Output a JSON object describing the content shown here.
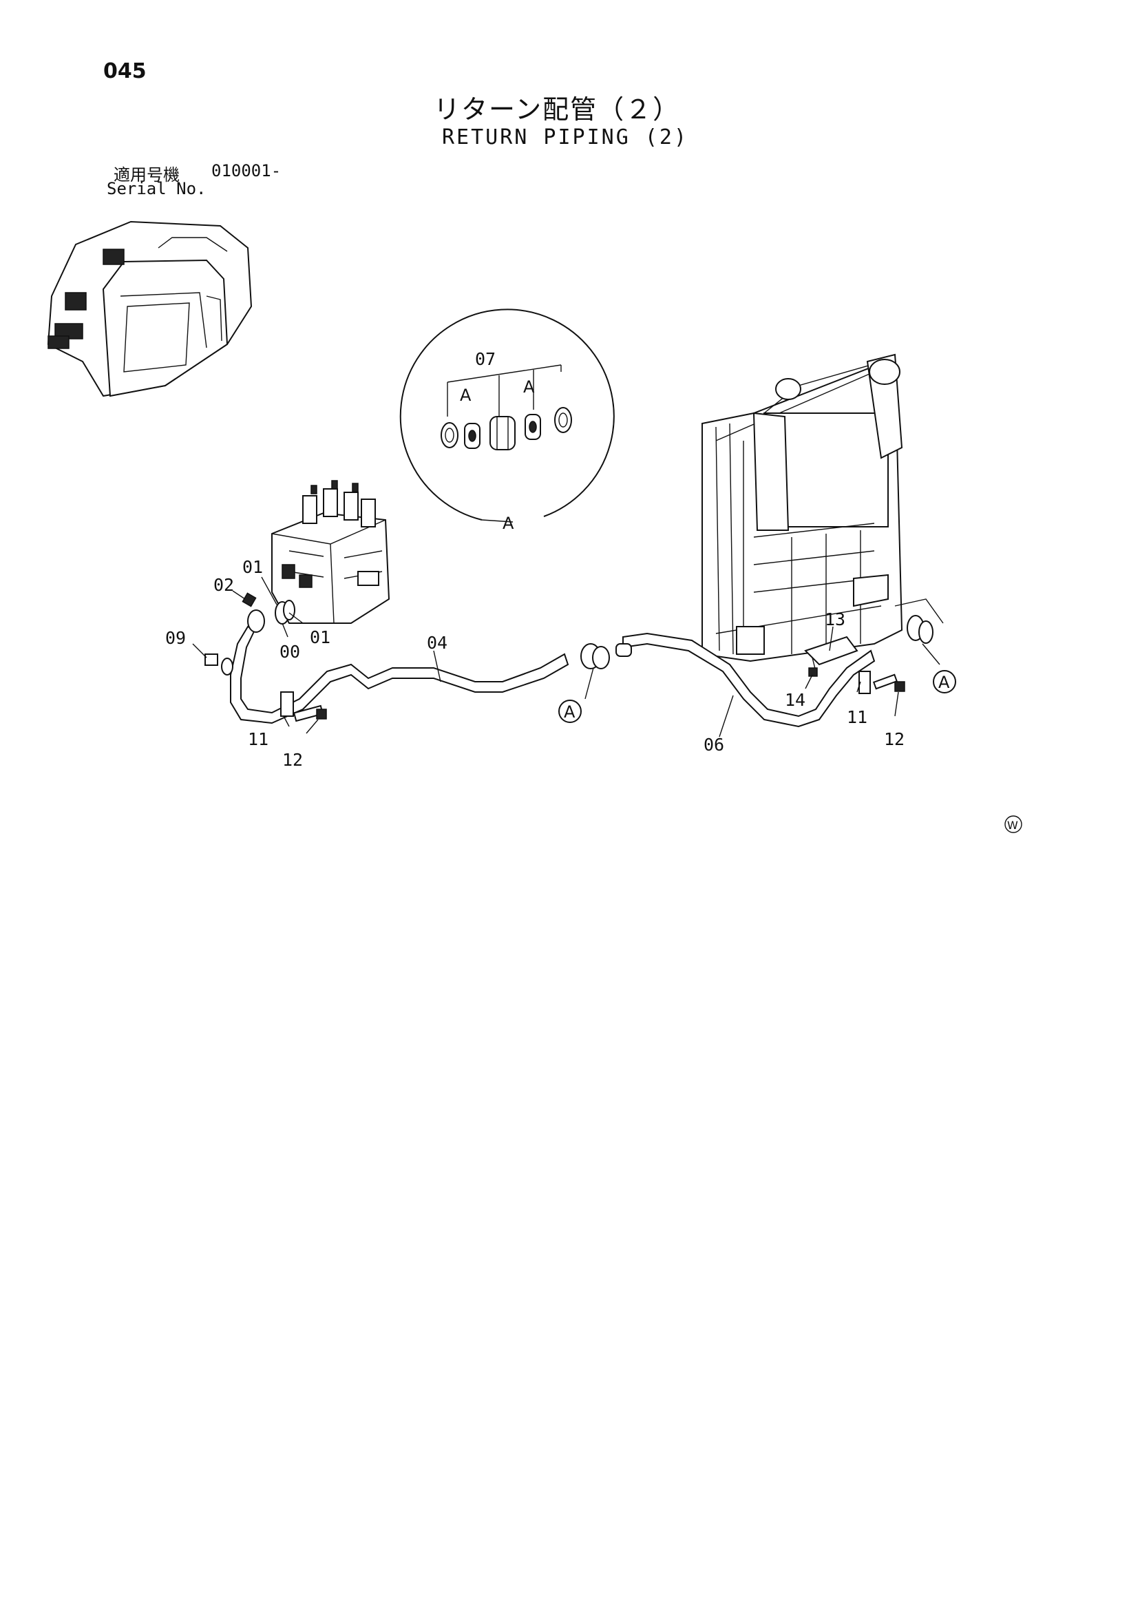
{
  "page": {
    "number": "045",
    "title_jp": "リターン配管（２）",
    "title_en": "RETURN PIPING (2)"
  },
  "serial": {
    "label_jp": "適用号機",
    "value": "010001-",
    "label_en": "Serial No."
  },
  "callouts": {
    "p00": "00",
    "p01a": "01",
    "p01b": "01",
    "p02": "02",
    "p04": "04",
    "p06": "06",
    "p07": "07",
    "p09": "09",
    "p11a": "11",
    "p11b": "11",
    "p12a": "12",
    "p12b": "12",
    "p13": "13",
    "p14": "14"
  },
  "detail": {
    "circle_label": "A",
    "sub_label_left": "A",
    "sub_label_right": "A"
  },
  "markers": {
    "ref_a1": "A",
    "ref_a2": "A"
  },
  "mark": "W"
}
